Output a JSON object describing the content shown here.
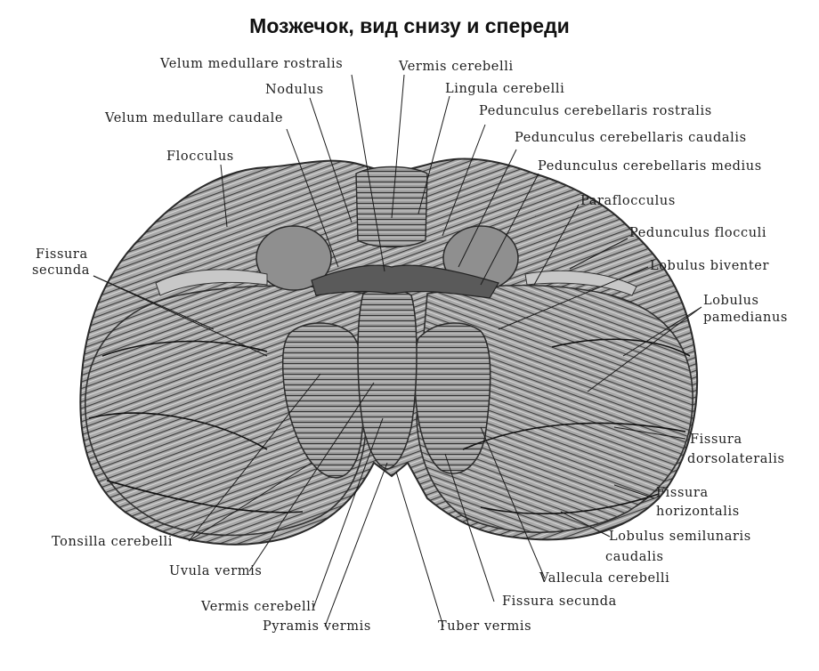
{
  "title": "Мозжечок, вид снизу и спереди",
  "labels": {
    "velum_rostralis": "Velum medullare rostralis",
    "vermis_top": "Vermis cerebelli",
    "nodulus": "Nodulus",
    "lingula": "Lingula cerebelli",
    "velum_caudale": "Velum medullare caudale",
    "ped_rostralis": "Pedunculus cerebellaris rostralis",
    "ped_caudalis": "Pedunculus cerebellaris caudalis",
    "flocculus": "Flocculus",
    "ped_medius": "Pedunculus cerebellaris medius",
    "paraflocculus": "Paraflocculus",
    "ped_flocculi": "Pedunculus flocculi",
    "fissura_secunda_l1": "Fissura",
    "fissura_secunda_l2": "secunda",
    "lobulus_biventer": "Lobulus biventer",
    "lobulus_param_l1": "Lobulus",
    "lobulus_param_l2": "pamedianus",
    "fissura_dorso_l1": "Fissura",
    "fissura_dorso_l2": "dorsolateralis",
    "fissura_horiz_l1": "Fissura",
    "fissura_horiz_l2": "horizontalis",
    "lobulus_semi_l1": "Lobulus semilunaris",
    "lobulus_semi_l2": "caudalis",
    "tonsilla": "Tonsilla cerebelli",
    "vallecula": "Vallecula cerebelli",
    "uvula": "Uvula vermis",
    "fissura_secunda_b": "Fissura secunda",
    "vermis_bottom": "Vermis cerebelli",
    "pyramis": "Pyramis vermis",
    "tuber": "Tuber vermis"
  }
}
